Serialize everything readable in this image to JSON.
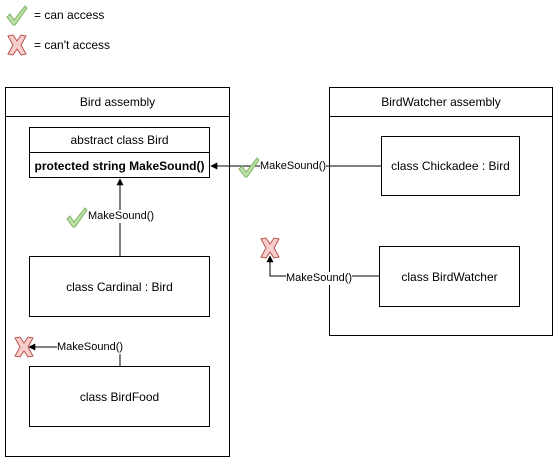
{
  "legend": {
    "can_access": "= can access",
    "cant_access": "= can't access"
  },
  "bird_assembly": {
    "title": "Bird assembly",
    "bird_class": {
      "header": "abstract class Bird",
      "member": "protected string MakeSound()"
    },
    "cardinal_class": "class Cardinal : Bird",
    "birdfood_class": "class BirdFood"
  },
  "birdwatcher_assembly": {
    "title": "BirdWatcher assembly",
    "chickadee_class": "class Chickadee : Bird",
    "birdwatcher_class": "class BirdWatcher"
  },
  "calls": {
    "chickadee_call": "MakeSound()",
    "cardinal_call": "MakeSound()",
    "birdwatcher_call": "MakeSound()",
    "birdfood_call": "MakeSound()"
  },
  "colors": {
    "check_fill": "#b9e0a5",
    "check_stroke": "#82b366",
    "cross_fill": "#f8cecc",
    "cross_stroke": "#b85450"
  }
}
